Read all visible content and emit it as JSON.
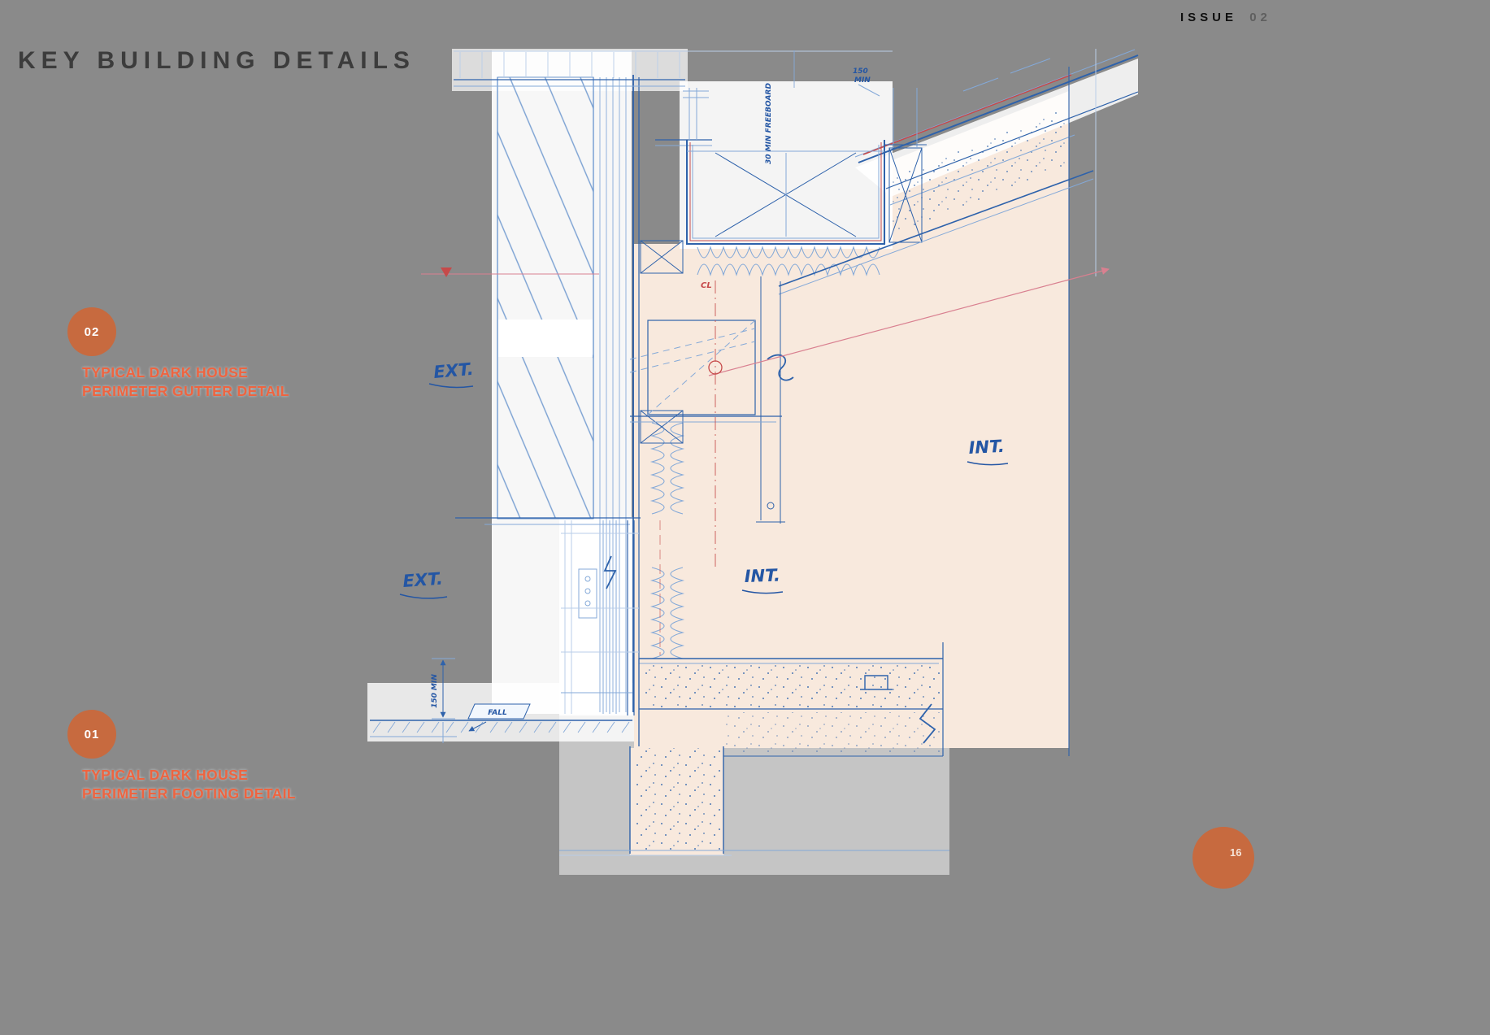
{
  "page": {
    "title": "KEY BUILDING DETAILS",
    "issue_label": "ISSUE",
    "issue_number": "02",
    "page_number": "16"
  },
  "callouts": [
    {
      "number": "02",
      "title_line1": "TYPICAL DARK HOUSE",
      "title_line2": "PERIMETER GUTTER DETAIL"
    },
    {
      "number": "01",
      "title_line1": "TYPICAL DARK HOUSE",
      "title_line2": "PERIMETER FOOTING DETAIL"
    }
  ],
  "drawing": {
    "labels": {
      "ext_upper": "EXT.",
      "ext_lower": "EXT.",
      "int_upper": "INT.",
      "int_lower": "INT.",
      "fall": "FALL",
      "centerline": "CL",
      "dim_gutter_value": "150",
      "dim_gutter_unit": "MIN",
      "freeboard": "30 MIN FREEBOARD",
      "dim_footing": "150 MIN"
    }
  },
  "colors": {
    "background": "#8a8a8a",
    "accent_orange": "#c76a3f",
    "callout_text": "#ee6440",
    "ink_blue": "#2e62ab",
    "accent_red": "#c64a4a",
    "accent_pink": "#d98090",
    "paper_cream": "#f8e9dd",
    "paper_white": "#ffffff"
  }
}
